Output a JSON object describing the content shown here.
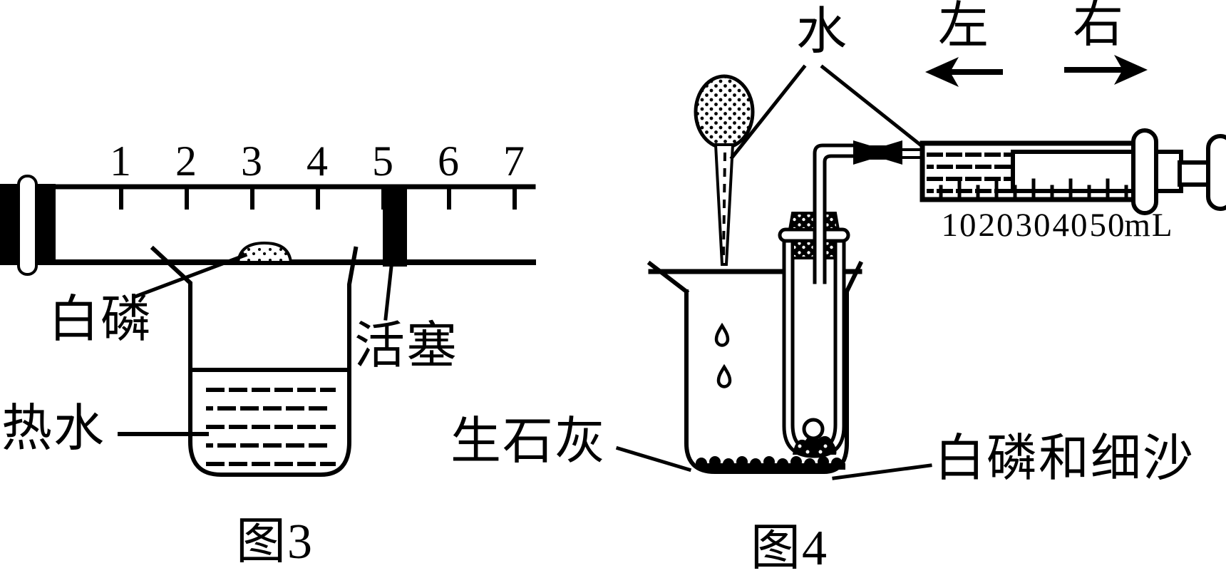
{
  "figure3": {
    "caption": "图3",
    "scale_numbers": [
      "1",
      "2",
      "3",
      "4",
      "5",
      "6",
      "7"
    ],
    "labels": {
      "white_phosphorus": "白磷",
      "piston": "活塞",
      "hot_water": "热水"
    }
  },
  "figure4": {
    "caption": "图4",
    "labels": {
      "water": "水",
      "left": "左",
      "right": "右",
      "quicklime": "生石灰",
      "phosphorus_and_sand": "白磷和细沙"
    },
    "syringe": {
      "scale_values": [
        "10",
        "20",
        "30",
        "40",
        "50"
      ],
      "unit": "mL"
    }
  },
  "colors": {
    "ink": "#000000",
    "background": "#ffffff"
  }
}
